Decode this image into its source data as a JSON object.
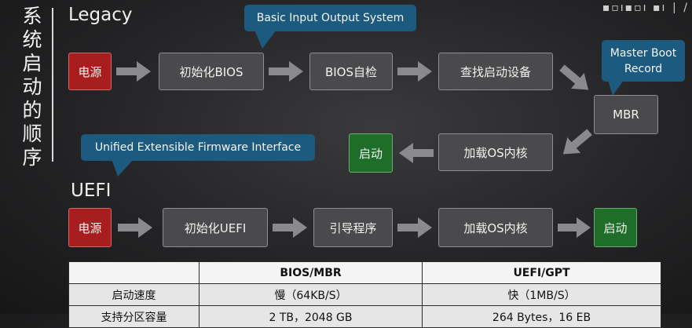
{
  "title": "系统启动的顺序",
  "watermark": "▪▫ı▪▫ı ▪ı ∣ /",
  "legacy": {
    "label": "Legacy",
    "callout": "Basic Input Output System",
    "mbr_callout": "Master Boot Record",
    "boxes": {
      "power": "电源",
      "init_bios": "初始化BIOS",
      "bios_post": "BIOS自检",
      "find_boot": "查找启动设备",
      "mbr": "MBR",
      "load_kernel": "加载OS内核",
      "boot": "启动"
    }
  },
  "uefi": {
    "label": "UEFI",
    "callout": "Unified Extensible Firmware Interface",
    "boxes": {
      "power": "电源",
      "init_uefi": "初始化UEFI",
      "bootloader": "引导程序",
      "load_kernel": "加载OS内核",
      "boot": "启动"
    }
  },
  "colors": {
    "red": "#a81d1d",
    "green": "#1e6e2a",
    "gray": "#4a4a4c",
    "callout": "#1d5a7f",
    "arrow": "#8a8a8c"
  },
  "table": {
    "headers": [
      "",
      "BIOS/MBR",
      "UEFI/GPT"
    ],
    "rows": [
      [
        "启动速度",
        "慢（64KB/S）",
        "快（1MB/S）"
      ],
      [
        "支持分区容量",
        "2 TB，2048 GB",
        "264 Bytes，16 EB"
      ]
    ]
  }
}
